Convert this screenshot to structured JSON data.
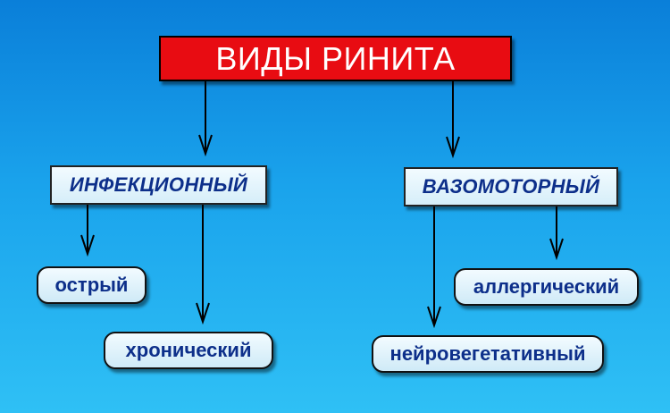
{
  "diagram": {
    "title": "ВИДЫ РИНИТА",
    "categories": [
      {
        "label": "ИНФЕКЦИОННЫЙ"
      },
      {
        "label": "ВАЗОМОТОРНЫЙ"
      }
    ],
    "types": [
      {
        "label": "острый"
      },
      {
        "label": "хронический"
      },
      {
        "label": "аллергический"
      },
      {
        "label": "нейровегетативный"
      }
    ]
  },
  "colors": {
    "background_top": "#0a7fd9",
    "background_bottom": "#2fc0f5",
    "title_box": "#e80c12",
    "title_text": "#ffffff",
    "node_text": "#0d2f8a",
    "arrow": "#000000"
  }
}
